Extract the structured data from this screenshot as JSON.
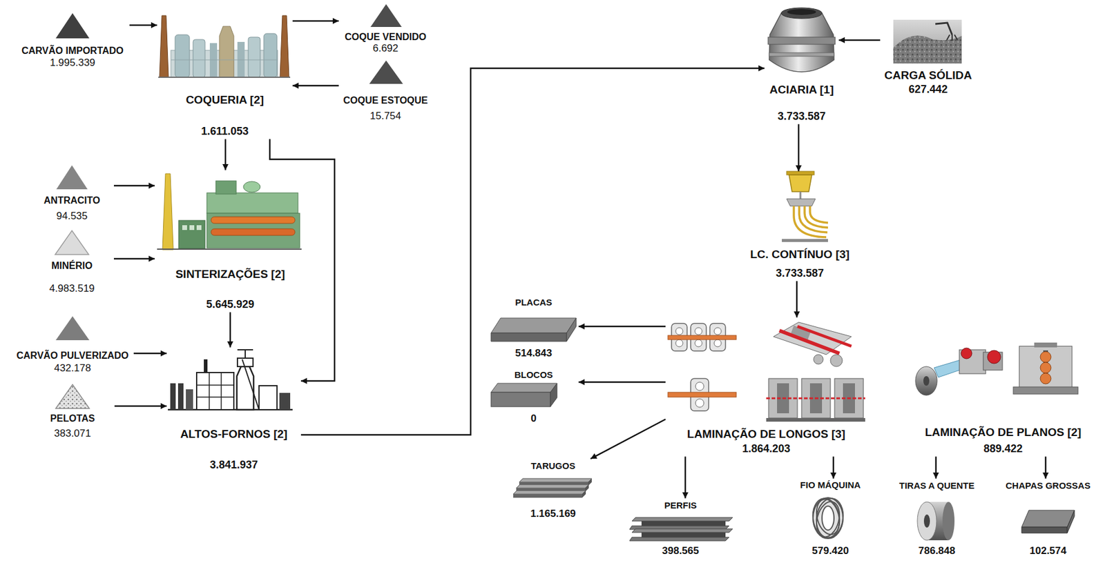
{
  "diagram": {
    "nodes": [
      {
        "text": [
          "CARVÃO IMPORTADO",
          "1.995.339"
        ]
      },
      {
        "text": [
          "COQUERIA [2]",
          "1.611.053"
        ]
      },
      {
        "text": [
          "COQUE VENDIDO",
          "6.692"
        ]
      },
      {
        "text": [
          "COQUE ESTOQUE",
          "15.754"
        ]
      },
      {
        "text": [
          "ACIARIA [1]",
          "3.733.587"
        ]
      },
      {
        "text": [
          "CARGA SÓLIDA",
          "627.442"
        ]
      },
      {
        "text": [
          "ANTRACITO",
          "94.535"
        ]
      },
      {
        "text": [
          "MINÉRIO",
          "4.983.519"
        ]
      },
      {
        "text": [
          "SINTERIZAÇÕES [2]",
          "5.645.929"
        ]
      },
      {
        "text": [
          "LC. CONTÍNUO [3]",
          "3.733.587"
        ]
      },
      {
        "text": [
          "CARVÃO PULVERIZADO",
          "432.178"
        ]
      },
      {
        "text": [
          "PELOTAS",
          "383.071"
        ]
      },
      {
        "text": [
          "ALTOS-FORNOS [2]",
          "3.841.937"
        ]
      },
      {
        "text": [
          "PLACAS",
          "514.843"
        ]
      },
      {
        "text": [
          "BLOCOS",
          "0"
        ]
      },
      {
        "text": [
          "LAMINAÇÃO DE LONGOS [3]",
          "1.864.203"
        ]
      },
      {
        "text": [
          "LAMINAÇÃO DE PLANOS [2]",
          "889.422"
        ]
      },
      {
        "text": [
          "TARUGOS",
          "1.165.169"
        ]
      },
      {
        "text": [
          "PERFIS",
          "398.565"
        ]
      },
      {
        "text": [
          "FIO MÁQUINA",
          "579.420"
        ]
      },
      {
        "text": [
          "TIRAS A QUENTE",
          "786.848"
        ]
      },
      {
        "text": [
          "CHAPAS GROSSAS",
          "102.574"
        ]
      }
    ],
    "edges": [
      {
        "from": 0,
        "to": 1,
        "arrow": "to"
      },
      {
        "from": 1,
        "to": 2,
        "arrow": "to"
      },
      {
        "from": 3,
        "to": 1,
        "arrow": "to"
      },
      {
        "from": 1,
        "to": 8,
        "arrow": "to"
      },
      {
        "from": 1,
        "to": 12,
        "arrow": "to"
      },
      {
        "from": 6,
        "to": 8,
        "arrow": "to"
      },
      {
        "from": 7,
        "to": 8,
        "arrow": "to"
      },
      {
        "from": 8,
        "to": 12,
        "arrow": "to"
      },
      {
        "from": 10,
        "to": 12,
        "arrow": "to"
      },
      {
        "from": 11,
        "to": 12,
        "arrow": "to"
      },
      {
        "from": 12,
        "to": 4,
        "arrow": "to"
      },
      {
        "from": 5,
        "to": 4,
        "arrow": "to"
      },
      {
        "from": 4,
        "to": 9,
        "arrow": "to"
      },
      {
        "from": 9,
        "to": 15,
        "arrow": "to"
      },
      {
        "from": 15,
        "to": 13,
        "arrow": "to"
      },
      {
        "from": 15,
        "to": 14,
        "arrow": "to"
      },
      {
        "from": 15,
        "to": 17,
        "arrow": "to"
      },
      {
        "from": 15,
        "to": 18,
        "arrow": "to"
      },
      {
        "from": 15,
        "to": 19,
        "arrow": "to"
      },
      {
        "from": 16,
        "to": 20,
        "arrow": "to"
      },
      {
        "from": 16,
        "to": 21,
        "arrow": "to"
      }
    ]
  }
}
